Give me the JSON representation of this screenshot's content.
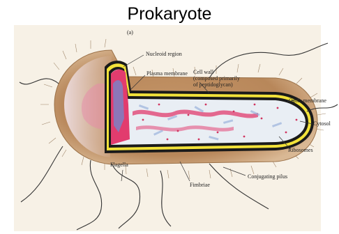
{
  "title": "Prokaryote",
  "panel_letter": "(a)",
  "labels": {
    "nucleoid": "Nucleoid region",
    "plasma": "Plasma membrane",
    "cellwall_1": "Cell wall",
    "cellwall_2": "(composed primarily",
    "cellwall_3": "of peptidoglycan)",
    "outer": "Outer membrane",
    "cytosol": "Cytosol",
    "ribosomes": "Ribosomes",
    "flagella": "Flagella",
    "fimbriae": "Fimbriae",
    "pilus": "Conjugating pilus"
  },
  "colors": {
    "background": "#f7f1e6",
    "capsule": "#b8875a",
    "cytosol": "#e9eef4",
    "membrane_pink": "#e23c6e",
    "wall_yellow": "#f2e23a",
    "outline": "#1a1a1a"
  }
}
